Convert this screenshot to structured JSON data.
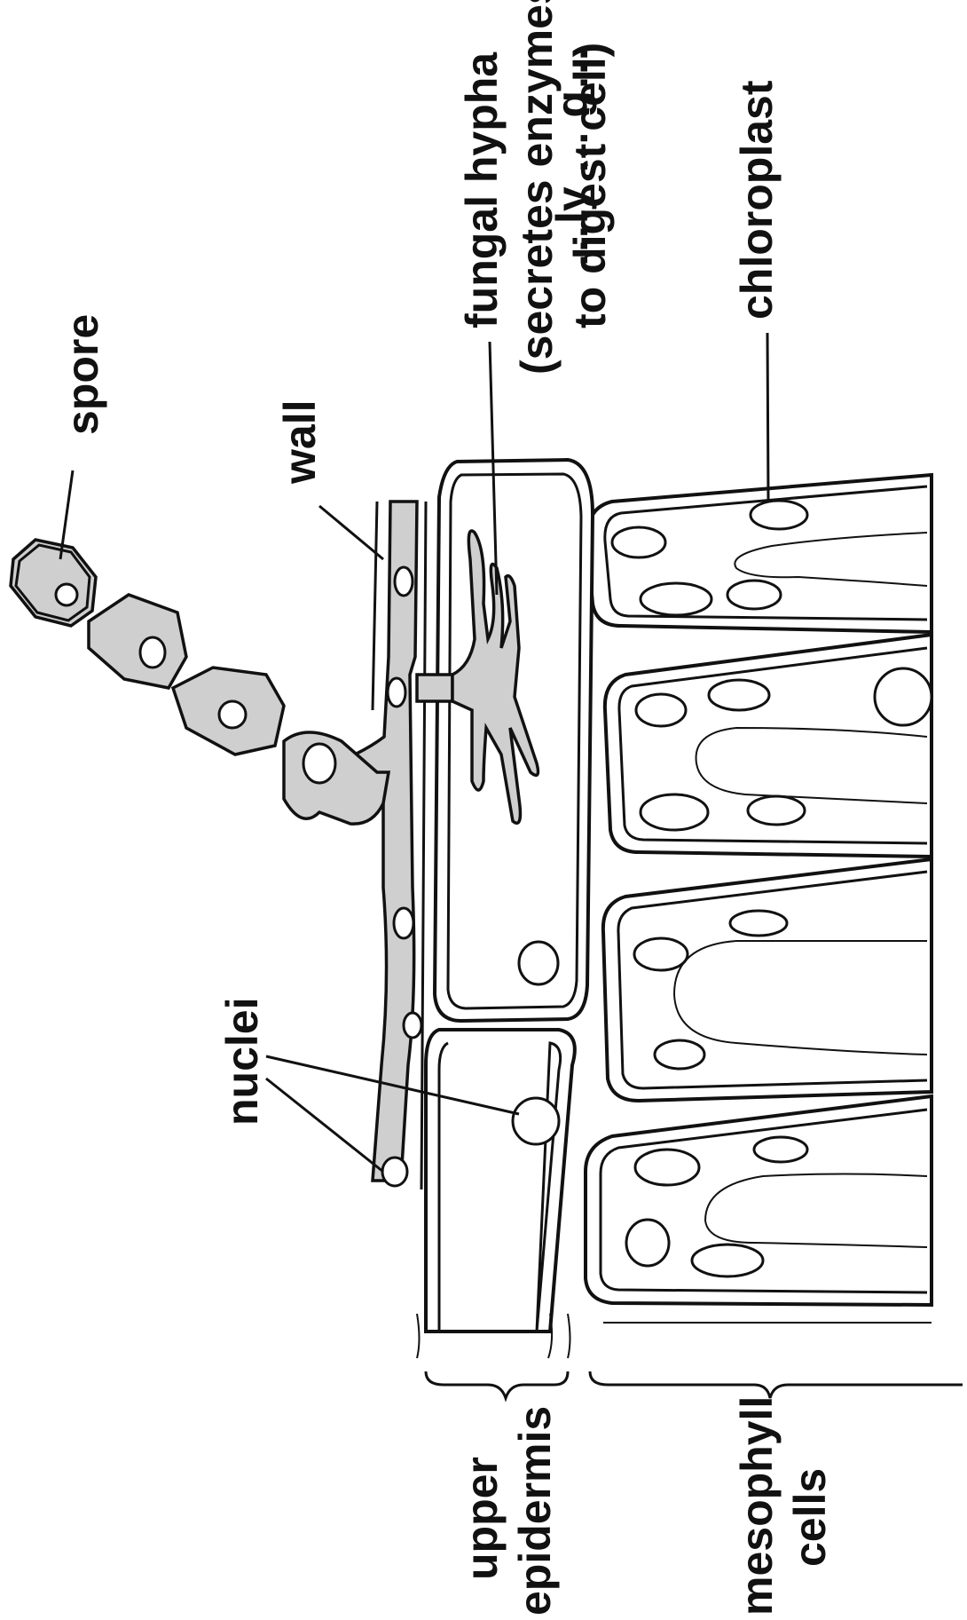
{
  "labels": {
    "title_fragment": "…ly … g…",
    "spore": "spore",
    "wall": "wall",
    "fungal_hypha_line1": "fungal hypha",
    "fungal_hypha_line2": "(secretes enzymes",
    "fungal_hypha_line3": "to digest cell)",
    "chloroplast": "chloroplast",
    "nuclei": "nuclei",
    "upper_epidermis_line1": "upper",
    "upper_epidermis_line2": "epidermis",
    "mesophyll_line1": "mesophyll",
    "mesophyll_line2": "cells"
  },
  "colors": {
    "fungus_fill": "#cfcfcf",
    "line": "#111111",
    "background": "#ffffff"
  }
}
